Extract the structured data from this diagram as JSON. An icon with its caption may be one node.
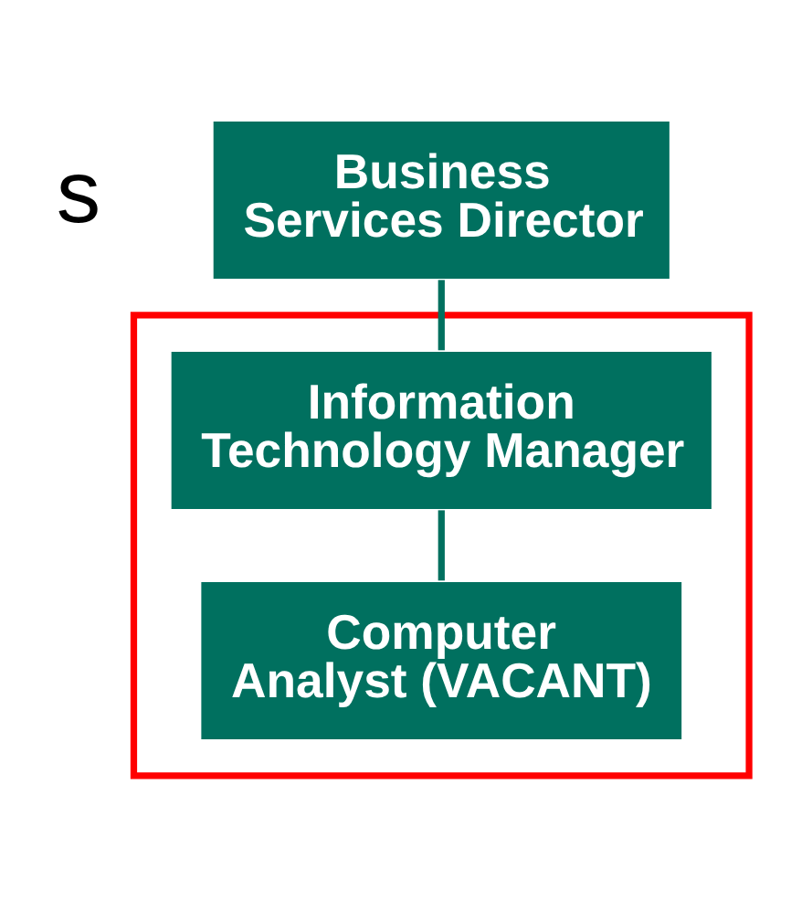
{
  "diagram": {
    "nodes": [
      {
        "text": [
          "Business Services Director"
        ]
      },
      {
        "text": [],
        "shape": "box"
      },
      {
        "text": [
          "Information Technology Manager"
        ],
        "in": 1
      },
      {
        "text": [
          "Computer Analyst (VACANT)"
        ],
        "in": 1
      }
    ],
    "edges": [
      {
        "from": 0,
        "to": 2,
        "arrow": "none"
      },
      {
        "from": 2,
        "to": 3,
        "arrow": "none"
      }
    ],
    "labels": [
      "s"
    ]
  }
}
